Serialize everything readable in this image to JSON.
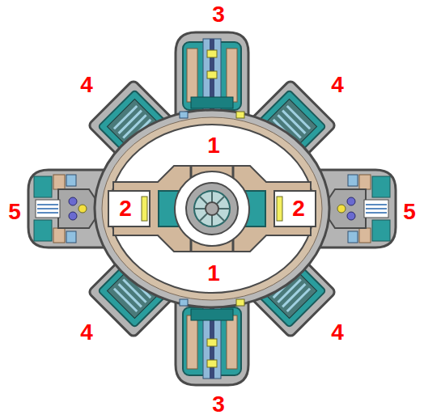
{
  "diagram": {
    "labels": [
      "3",
      "4",
      "4",
      "1",
      "5",
      "2",
      "2",
      "5",
      "1",
      "4",
      "4",
      "3"
    ]
  }
}
